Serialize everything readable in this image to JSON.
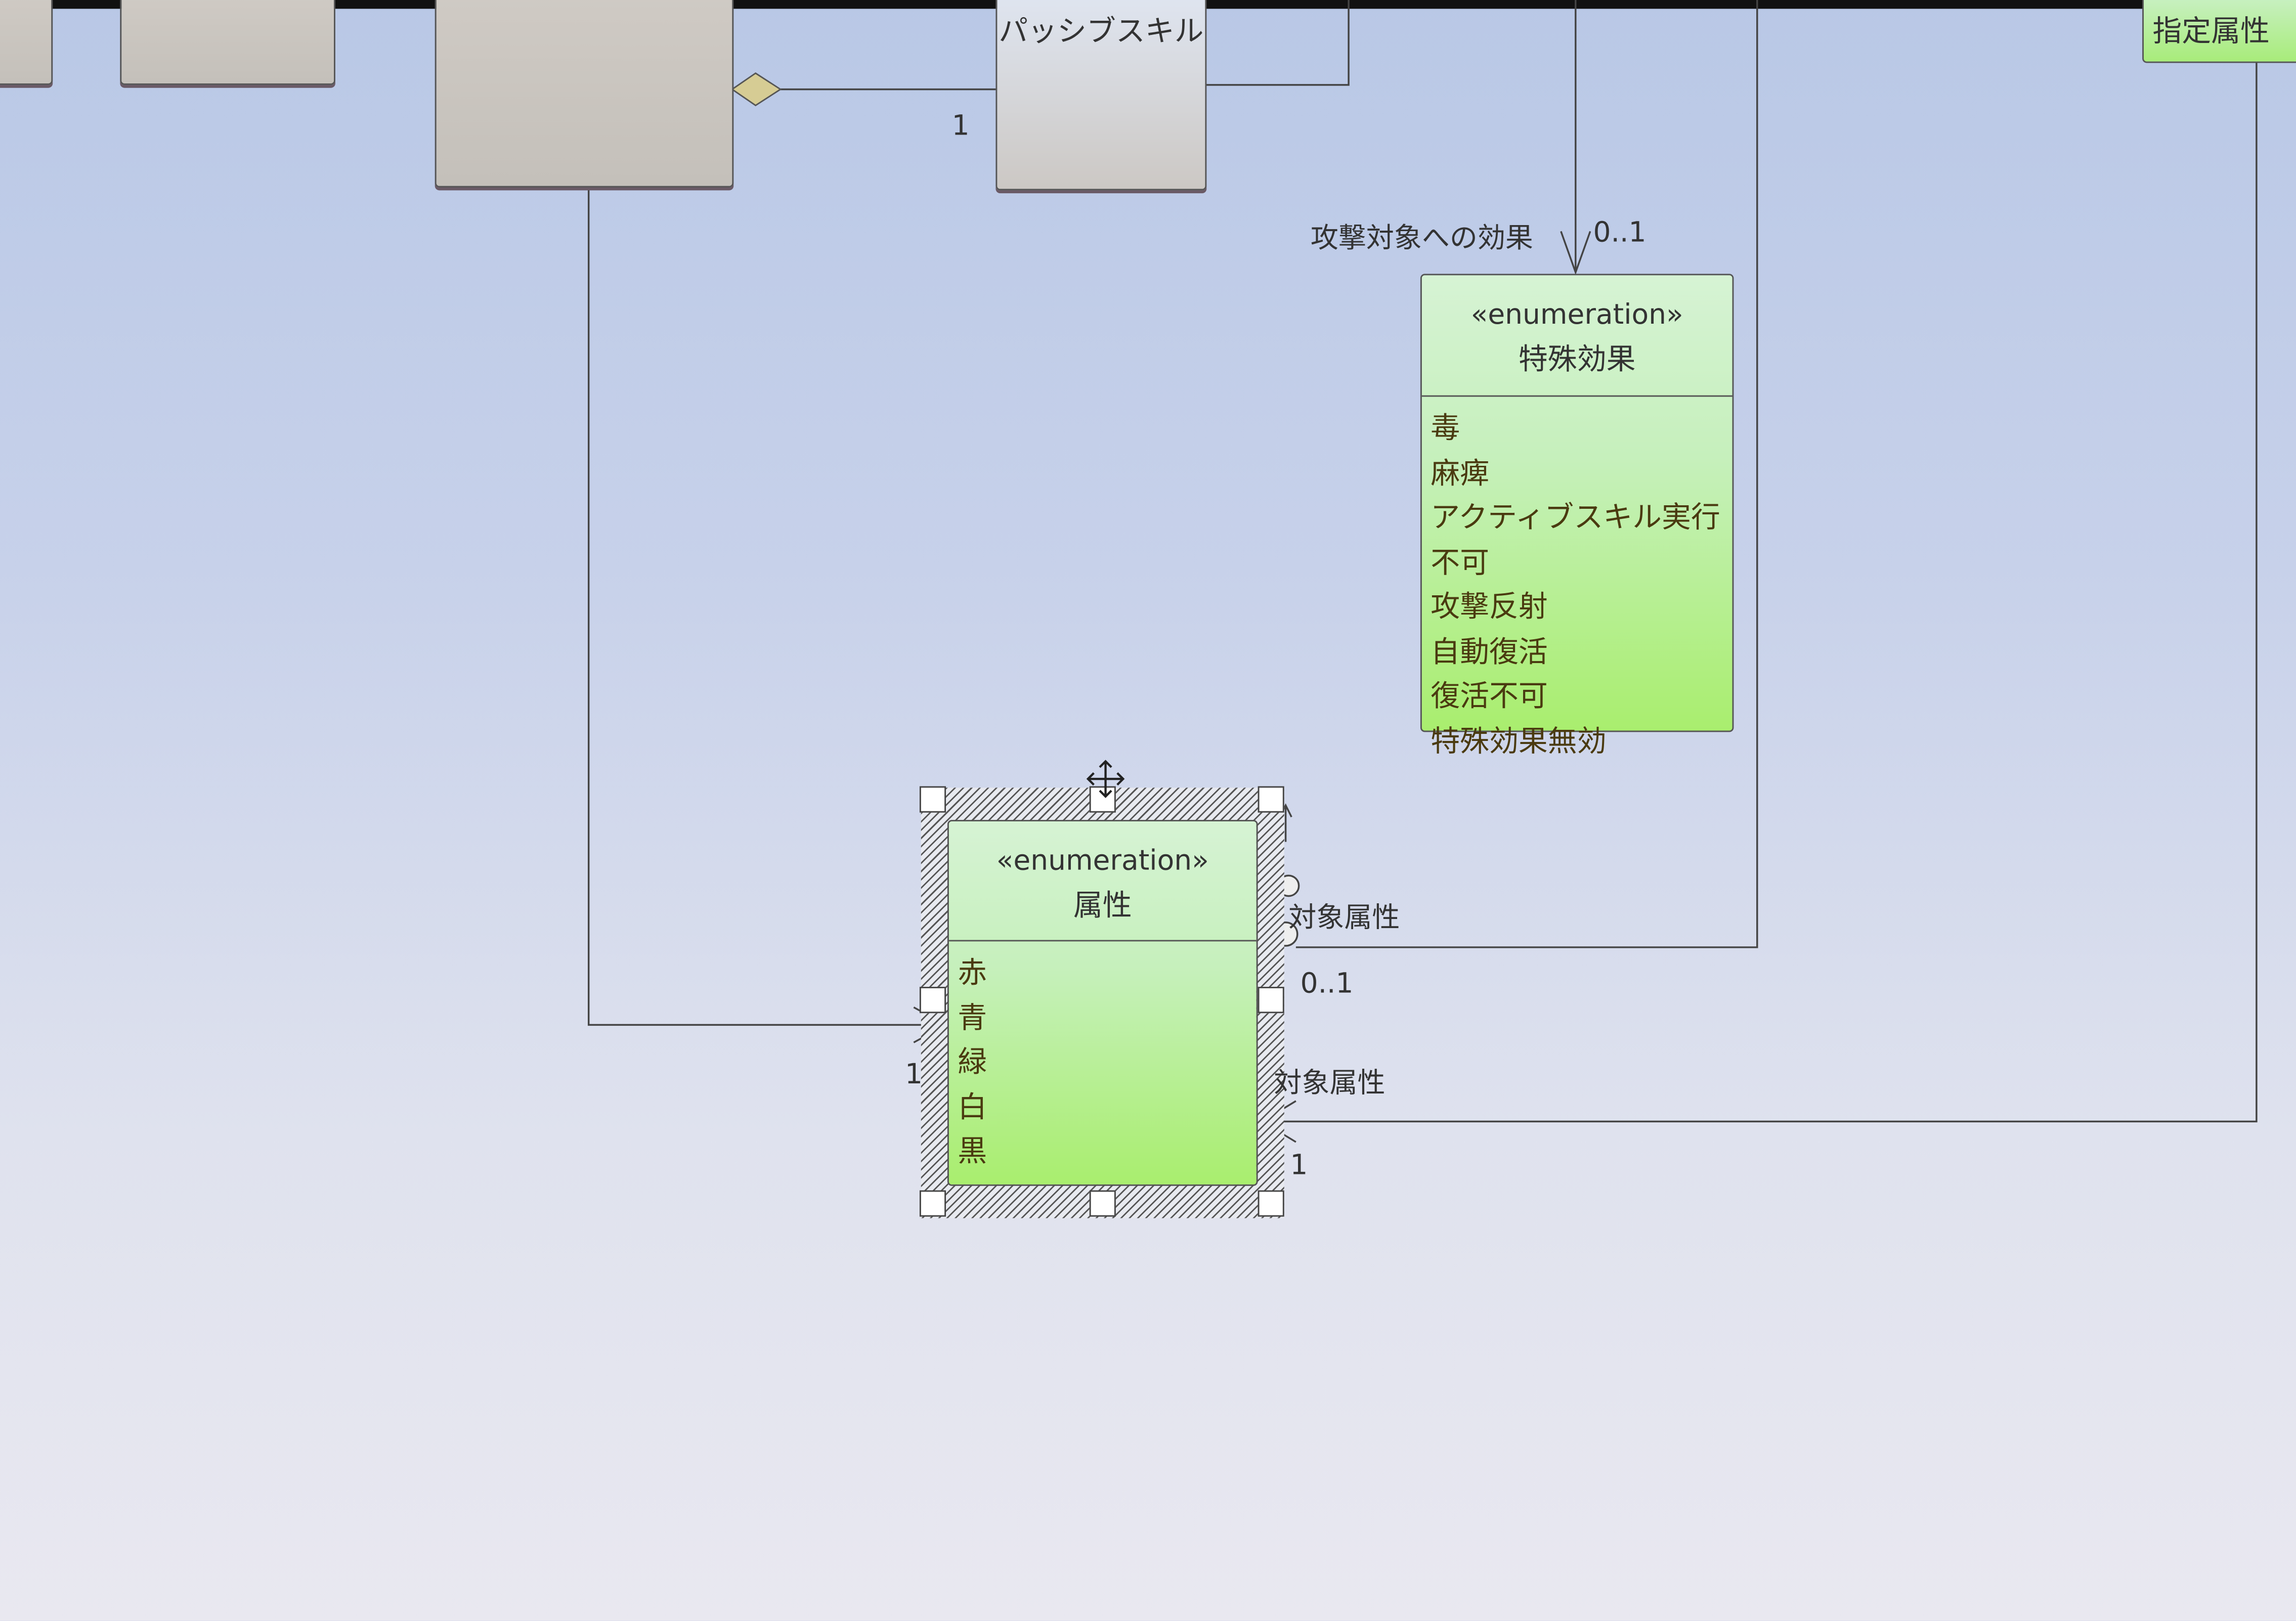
{
  "classes": {
    "passive_skill": {
      "name": "パッシブスキル"
    },
    "designated_attribute": {
      "name": "指定属性"
    }
  },
  "enums": {
    "special_effect": {
      "stereotype": "«enumeration»",
      "name": "特殊効果",
      "literals": [
        "毒",
        "麻痺",
        "アクティブスキル実行不可",
        "攻撃反射",
        "自動復活",
        "復活不可",
        "特殊効果無効"
      ]
    },
    "attribute": {
      "stereotype": "«enumeration»",
      "name": "属性",
      "literals": [
        "赤",
        "青",
        "緑",
        "白",
        "黒"
      ]
    }
  },
  "associations": {
    "aggregation_mult": "1",
    "effect_role": "攻撃対象への効果",
    "effect_mult": "0..1",
    "target_attr_role_1": "対象属性",
    "target_attr_mult_1": "0..1",
    "target_attr_role_2": "対象属性",
    "target_attr_mult_2": "1",
    "left_assoc_mult": "1"
  },
  "colors": {
    "enum_fill": "#b6ef8a",
    "class_fill": "#c8c4be",
    "background": "#c3cfe9"
  }
}
